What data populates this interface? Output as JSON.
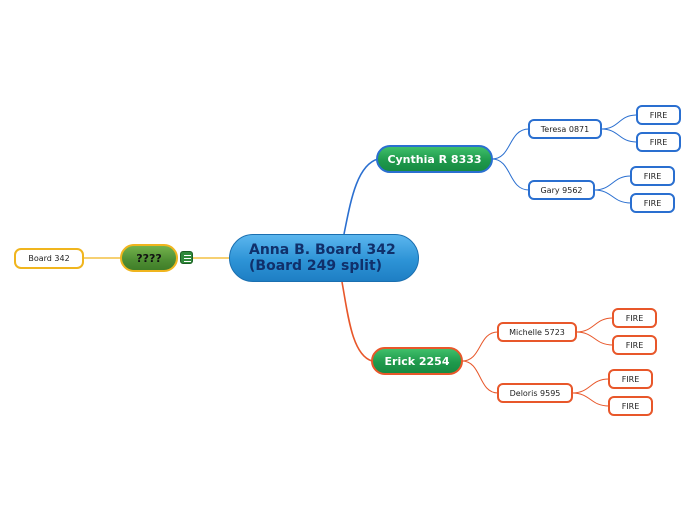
{
  "central": {
    "line1": "Anna B. Board 342",
    "line2": "(Board 249 split)"
  },
  "left": {
    "topic": "????",
    "notes_icon": "notes-icon",
    "child": "Board 342"
  },
  "branches": [
    {
      "label": "Cynthia R 8333",
      "color": "#2a6fd0",
      "children": [
        {
          "label": "Teresa 0871",
          "children": [
            "FIRE",
            "FIRE"
          ]
        },
        {
          "label": "Gary 9562",
          "children": [
            "FIRE",
            "FIRE"
          ]
        }
      ]
    },
    {
      "label": "Erick 2254",
      "color": "#e8572a",
      "children": [
        {
          "label": "Michelle 5723",
          "children": [
            "FIRE",
            "FIRE"
          ]
        },
        {
          "label": "Deloris 9595",
          "children": [
            "FIRE",
            "FIRE"
          ]
        }
      ]
    }
  ],
  "colors": {
    "left_branch": "#f0b51e",
    "blue_branch": "#2a6fd0",
    "orange_branch": "#e8572a",
    "central": "#2d93d6"
  }
}
